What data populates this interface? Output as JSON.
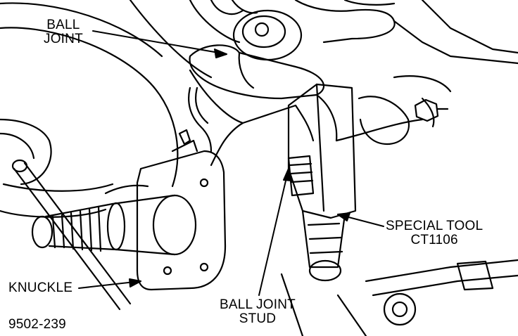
{
  "labels": {
    "ball_joint": [
      "BALL",
      "JOINT"
    ],
    "special_tool": [
      "SPECIAL TOOL",
      "CT1106"
    ],
    "knuckle": "KNUCKLE",
    "ball_joint_stud": [
      "BALL JOINT",
      "STUD"
    ]
  },
  "figure_number": "9502-239",
  "colors": {
    "ink": "#000000",
    "paper": "#ffffff"
  }
}
